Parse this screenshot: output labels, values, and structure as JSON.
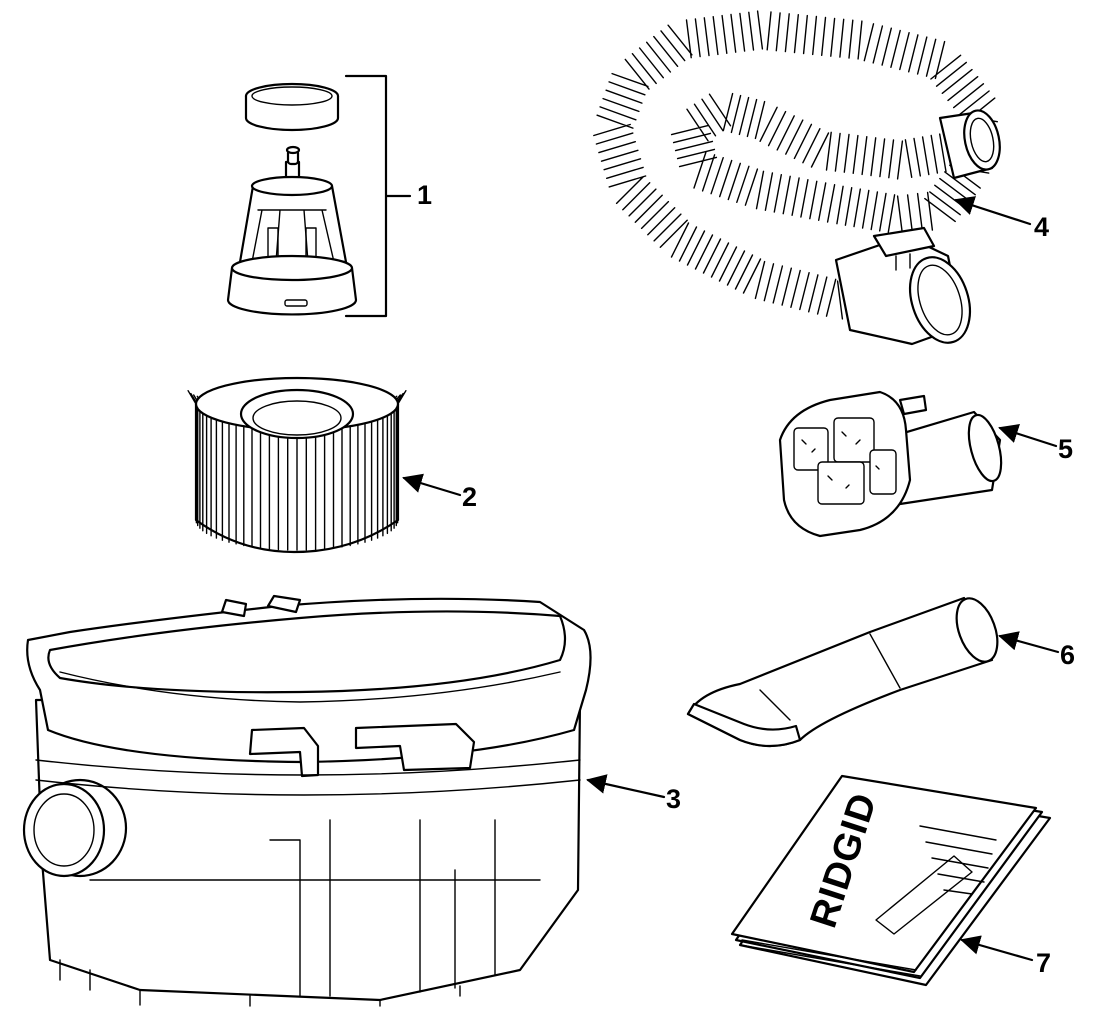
{
  "callouts": [
    {
      "id": "part-1",
      "number": "1"
    },
    {
      "id": "part-2",
      "number": "2"
    },
    {
      "id": "part-3",
      "number": "3"
    },
    {
      "id": "part-4",
      "number": "4"
    },
    {
      "id": "part-5",
      "number": "5"
    },
    {
      "id": "part-6",
      "number": "6"
    },
    {
      "id": "part-7",
      "number": "7"
    }
  ],
  "manual": {
    "brand": "RIDGID"
  },
  "colors": {
    "ink": "#000000",
    "paper": "#ffffff"
  }
}
